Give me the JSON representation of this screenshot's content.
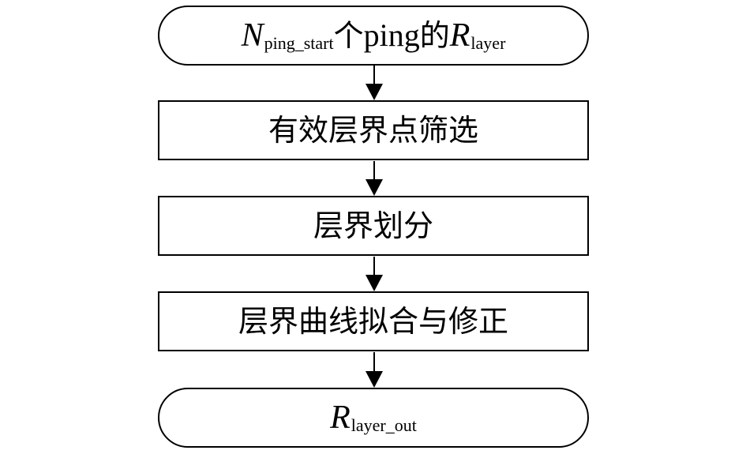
{
  "flowchart": {
    "nodes": [
      {
        "id": "input",
        "shape": "terminal",
        "parts": {
          "var1": "N",
          "sub1": "ping_start",
          "text1": "个",
          "text2": "ping",
          "text3": "的",
          "var2": "R",
          "sub2": "layer"
        }
      },
      {
        "id": "filter",
        "shape": "process",
        "label": "有效层界点筛选"
      },
      {
        "id": "partition",
        "shape": "process",
        "label": "层界划分"
      },
      {
        "id": "fit",
        "shape": "process",
        "label": "层界曲线拟合与修正"
      },
      {
        "id": "output",
        "shape": "terminal",
        "parts": {
          "var": "R",
          "sub": "layer_out"
        }
      }
    ],
    "edges": [
      {
        "from": "input",
        "to": "filter"
      },
      {
        "from": "filter",
        "to": "partition"
      },
      {
        "from": "partition",
        "to": "fit"
      },
      {
        "from": "fit",
        "to": "output"
      }
    ],
    "colors": {
      "stroke": "#000000",
      "fill": "#ffffff",
      "text": "#000000"
    }
  }
}
